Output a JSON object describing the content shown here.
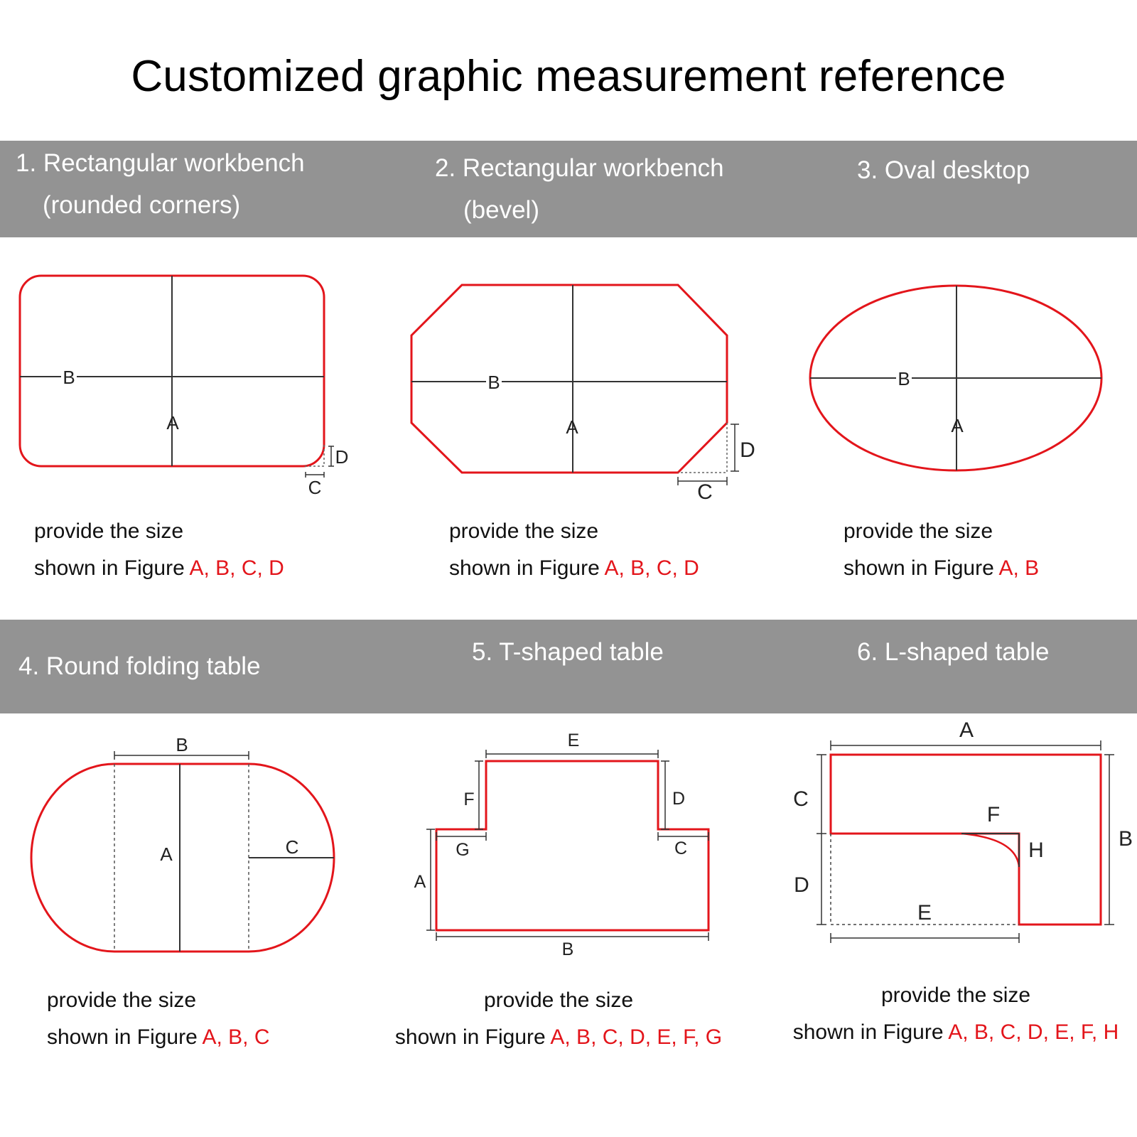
{
  "title": "Customized graphic measurement reference",
  "colors": {
    "band": "#939393",
    "outline": "#e3151b",
    "measure": "#333333",
    "highlight": "#e3151b"
  },
  "panels": [
    {
      "heading": [
        "1. Rectangular workbench",
        "(rounded corners)"
      ],
      "instruction": "provide the size",
      "prefix": "shown in Figure",
      "letters": "A, B, C, D"
    },
    {
      "heading": [
        "2. Rectangular workbench",
        "(bevel)"
      ],
      "instruction": "provide the size",
      "prefix": "shown in Figure",
      "letters": "A, B, C, D"
    },
    {
      "heading": [
        "3. Oval desktop"
      ],
      "instruction": "provide the size",
      "prefix": "shown in Figure",
      "letters": "A, B"
    },
    {
      "heading": [
        "4. Round folding table"
      ],
      "instruction": "provide the size",
      "prefix": "shown in Figure",
      "letters": "A, B, C"
    },
    {
      "heading": [
        "5. T-shaped table"
      ],
      "instruction": "provide the size",
      "prefix": "shown in Figure",
      "letters": "A, B, C, D, E, F, G"
    },
    {
      "heading": [
        "6. L-shaped table"
      ],
      "instruction": "provide the size",
      "prefix": "shown in Figure",
      "letters": "A, B, C, D, E, F, H"
    }
  ],
  "labels": {
    "fig1": {
      "a": "A",
      "b": "B",
      "c": "C",
      "d": "D"
    },
    "fig2": {
      "a": "A",
      "b": "B",
      "c": "C",
      "d": "D"
    },
    "fig3": {
      "a": "A",
      "b": "B"
    },
    "fig4": {
      "a": "A",
      "b": "B",
      "c": "C"
    },
    "fig5": {
      "a": "A",
      "b": "B",
      "c": "C",
      "d": "D",
      "e": "E",
      "f": "F",
      "g": "G"
    },
    "fig6": {
      "a": "A",
      "b": "B",
      "c": "C",
      "d": "D",
      "e": "E",
      "f": "F",
      "h": "H"
    }
  }
}
